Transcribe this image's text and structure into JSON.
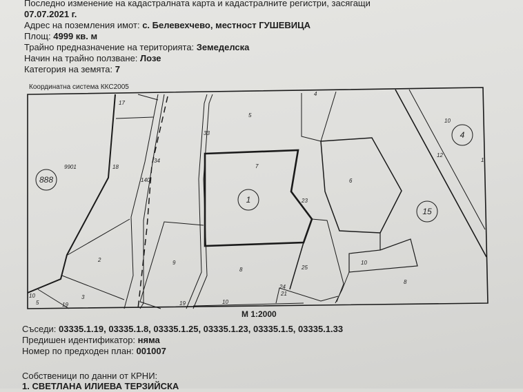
{
  "header": {
    "last_change_label": "Последно изменение на кадастралната карта и кадастралните регистри, засягащи",
    "last_change_date": "07.07.2021 г.",
    "address_label": "Адрес на поземления имот:",
    "address_value": "с. Белевехчево, местност ГУШЕВИЦА",
    "area_label": "Площ:",
    "area_value": "4999 кв. м",
    "purpose_label": "Трайно предназначение на територията:",
    "purpose_value": "Земеделска",
    "usage_label": "Начин на трайно ползване:",
    "usage_value": "Лозе",
    "category_label": "Категория на земята:",
    "category_value": "7"
  },
  "map": {
    "coordinate_system": "Координатна система ККС2005",
    "scale": "М 1:2000",
    "circled": [
      "888",
      "1",
      "4",
      "15"
    ],
    "parcels": [
      "17",
      "9901",
      "18",
      "34",
      "140",
      "33",
      "5",
      "7",
      "4",
      "6",
      "23",
      "10",
      "12",
      "1",
      "2",
      "9",
      "8",
      "25",
      "10",
      "8",
      "3",
      "10",
      "5",
      "19",
      "19",
      "10",
      "24",
      "21"
    ]
  },
  "footer": {
    "neighbors_label": "Съседи:",
    "neighbors_value": "03335.1.19, 03335.1.8, 03335.1.25, 03335.1.23, 03335.1.5, 03335.1.33",
    "prev_id_label": "Предишен идентификатор:",
    "prev_id_value": "няма",
    "prev_plan_label": "Номер по предходен план:",
    "prev_plan_value": "001007",
    "owners_label": "Собственици по данни от КРНИ:",
    "owner_1": "1. СВЕТЛАНА ИЛИЕВА ТЕРЗИЙСКА"
  }
}
